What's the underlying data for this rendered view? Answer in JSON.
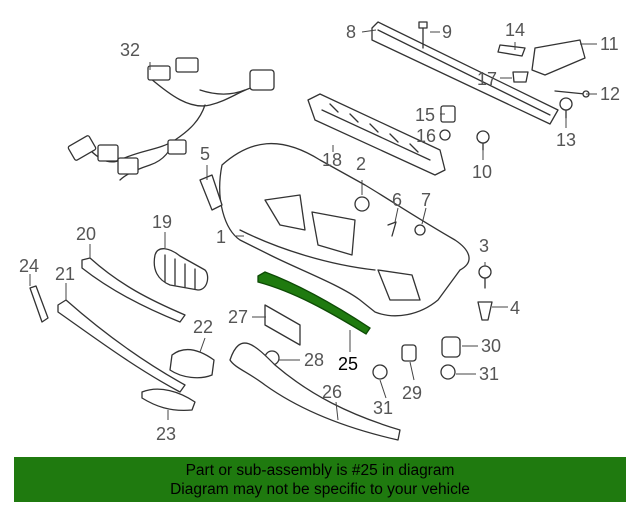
{
  "diagram": {
    "highlight_color": "#1f7a0f",
    "callouts": [
      {
        "id": "c1",
        "label": "1",
        "highlight": false
      },
      {
        "id": "c2",
        "label": "2",
        "highlight": false
      },
      {
        "id": "c3",
        "label": "3",
        "highlight": false
      },
      {
        "id": "c4",
        "label": "4",
        "highlight": false
      },
      {
        "id": "c5",
        "label": "5",
        "highlight": false
      },
      {
        "id": "c6",
        "label": "6",
        "highlight": false
      },
      {
        "id": "c7",
        "label": "7",
        "highlight": false
      },
      {
        "id": "c8",
        "label": "8",
        "highlight": false
      },
      {
        "id": "c9",
        "label": "9",
        "highlight": false
      },
      {
        "id": "c10",
        "label": "10",
        "highlight": false
      },
      {
        "id": "c11",
        "label": "11",
        "highlight": false
      },
      {
        "id": "c12",
        "label": "12",
        "highlight": false
      },
      {
        "id": "c13",
        "label": "13",
        "highlight": false
      },
      {
        "id": "c14",
        "label": "14",
        "highlight": false
      },
      {
        "id": "c15",
        "label": "15",
        "highlight": false
      },
      {
        "id": "c16",
        "label": "16",
        "highlight": false
      },
      {
        "id": "c17",
        "label": "17",
        "highlight": false
      },
      {
        "id": "c18",
        "label": "18",
        "highlight": false
      },
      {
        "id": "c19",
        "label": "19",
        "highlight": false
      },
      {
        "id": "c20",
        "label": "20",
        "highlight": false
      },
      {
        "id": "c21",
        "label": "21",
        "highlight": false
      },
      {
        "id": "c22",
        "label": "22",
        "highlight": false
      },
      {
        "id": "c23",
        "label": "23",
        "highlight": false
      },
      {
        "id": "c24",
        "label": "24",
        "highlight": false
      },
      {
        "id": "c25",
        "label": "25",
        "highlight": true
      },
      {
        "id": "c26",
        "label": "26",
        "highlight": false
      },
      {
        "id": "c27",
        "label": "27",
        "highlight": false
      },
      {
        "id": "c28",
        "label": "28",
        "highlight": false
      },
      {
        "id": "c29",
        "label": "29",
        "highlight": false
      },
      {
        "id": "c30",
        "label": "30",
        "highlight": false
      },
      {
        "id": "c31a",
        "label": "31",
        "highlight": false
      },
      {
        "id": "c31b",
        "label": "31",
        "highlight": false
      },
      {
        "id": "c32",
        "label": "32",
        "highlight": false
      }
    ]
  },
  "banner": {
    "line1": "Part or sub-assembly is #25 in diagram",
    "line2": "Diagram may not be specific to your vehicle",
    "background": "#1f7a0f"
  }
}
